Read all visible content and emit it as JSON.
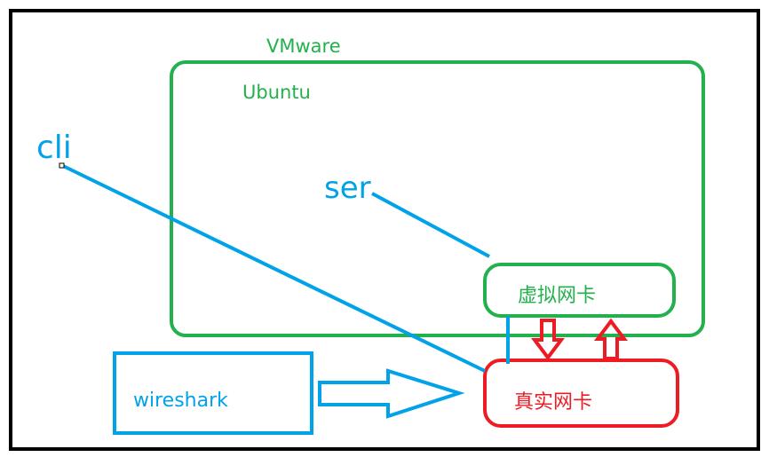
{
  "labels": {
    "vmware": "VMware",
    "ubuntu": "Ubuntu",
    "cli": "cli",
    "ser": "ser",
    "virtual_nic": "虚拟网卡",
    "real_nic": "真实网卡",
    "wireshark": "wireshark"
  },
  "colors": {
    "frame": "#000000",
    "green": "#22b14c",
    "blue": "#00a2e8",
    "red": "#ed1c24",
    "background": "#ffffff"
  }
}
